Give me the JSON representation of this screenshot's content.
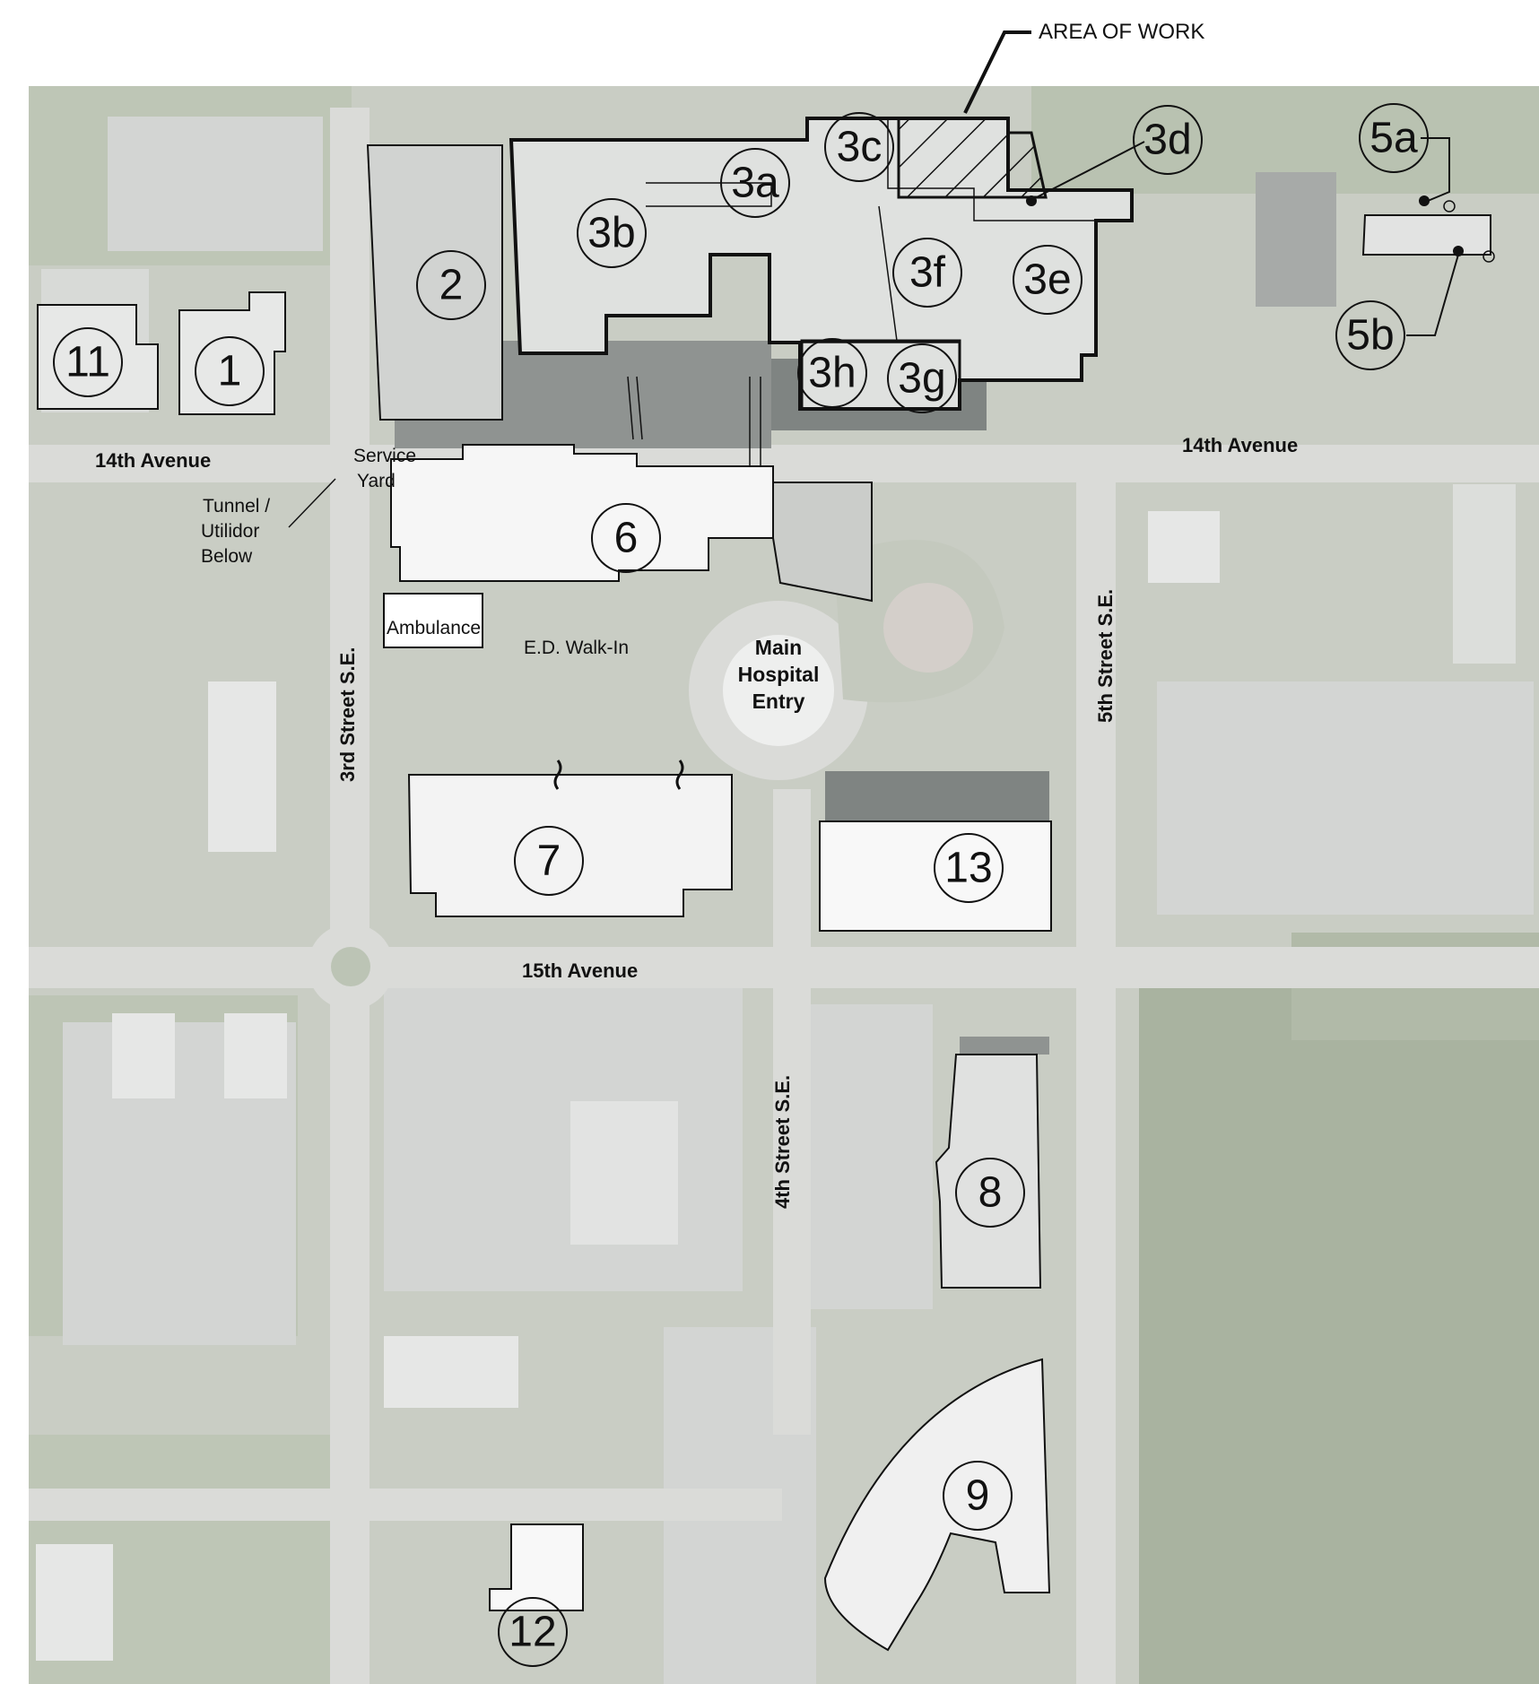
{
  "callout": {
    "area_of_work": "AREA OF WORK"
  },
  "streets": {
    "s14_west": "14th Avenue",
    "s14_east": "14th Avenue",
    "s15": "15th Avenue",
    "s3rd": "3rd Street S.E.",
    "s4th": "4th Street S.E.",
    "s5th": "5th Street S.E."
  },
  "labels": {
    "service": "Service",
    "yard": "Yard",
    "tunnel": "Tunnel /",
    "utilidor": "Utilidor",
    "below": "Below",
    "ambulance": "Ambulance",
    "ed_walkin": "E.D. Walk-In",
    "main": "Main",
    "hospital": "Hospital",
    "entry": "Entry"
  },
  "buildings": {
    "b1": "1",
    "b2": "2",
    "b3a": "3a",
    "b3b": "3b",
    "b3c": "3c",
    "b3d": "3d",
    "b3e": "3e",
    "b3f": "3f",
    "b3g": "3g",
    "b3h": "3h",
    "b5a": "5a",
    "b5b": "5b",
    "b6": "6",
    "b7": "7",
    "b8": "8",
    "b9": "9",
    "b11": "11",
    "b12": "12",
    "b13": "13"
  },
  "colors": {
    "paper": "#ffffff",
    "ground": "#c9cdc4",
    "trees": "#a9b3a0",
    "road": "#dadbd8",
    "roof": "#eceded",
    "parking": "#d3d5d3",
    "ink": "#111111"
  }
}
